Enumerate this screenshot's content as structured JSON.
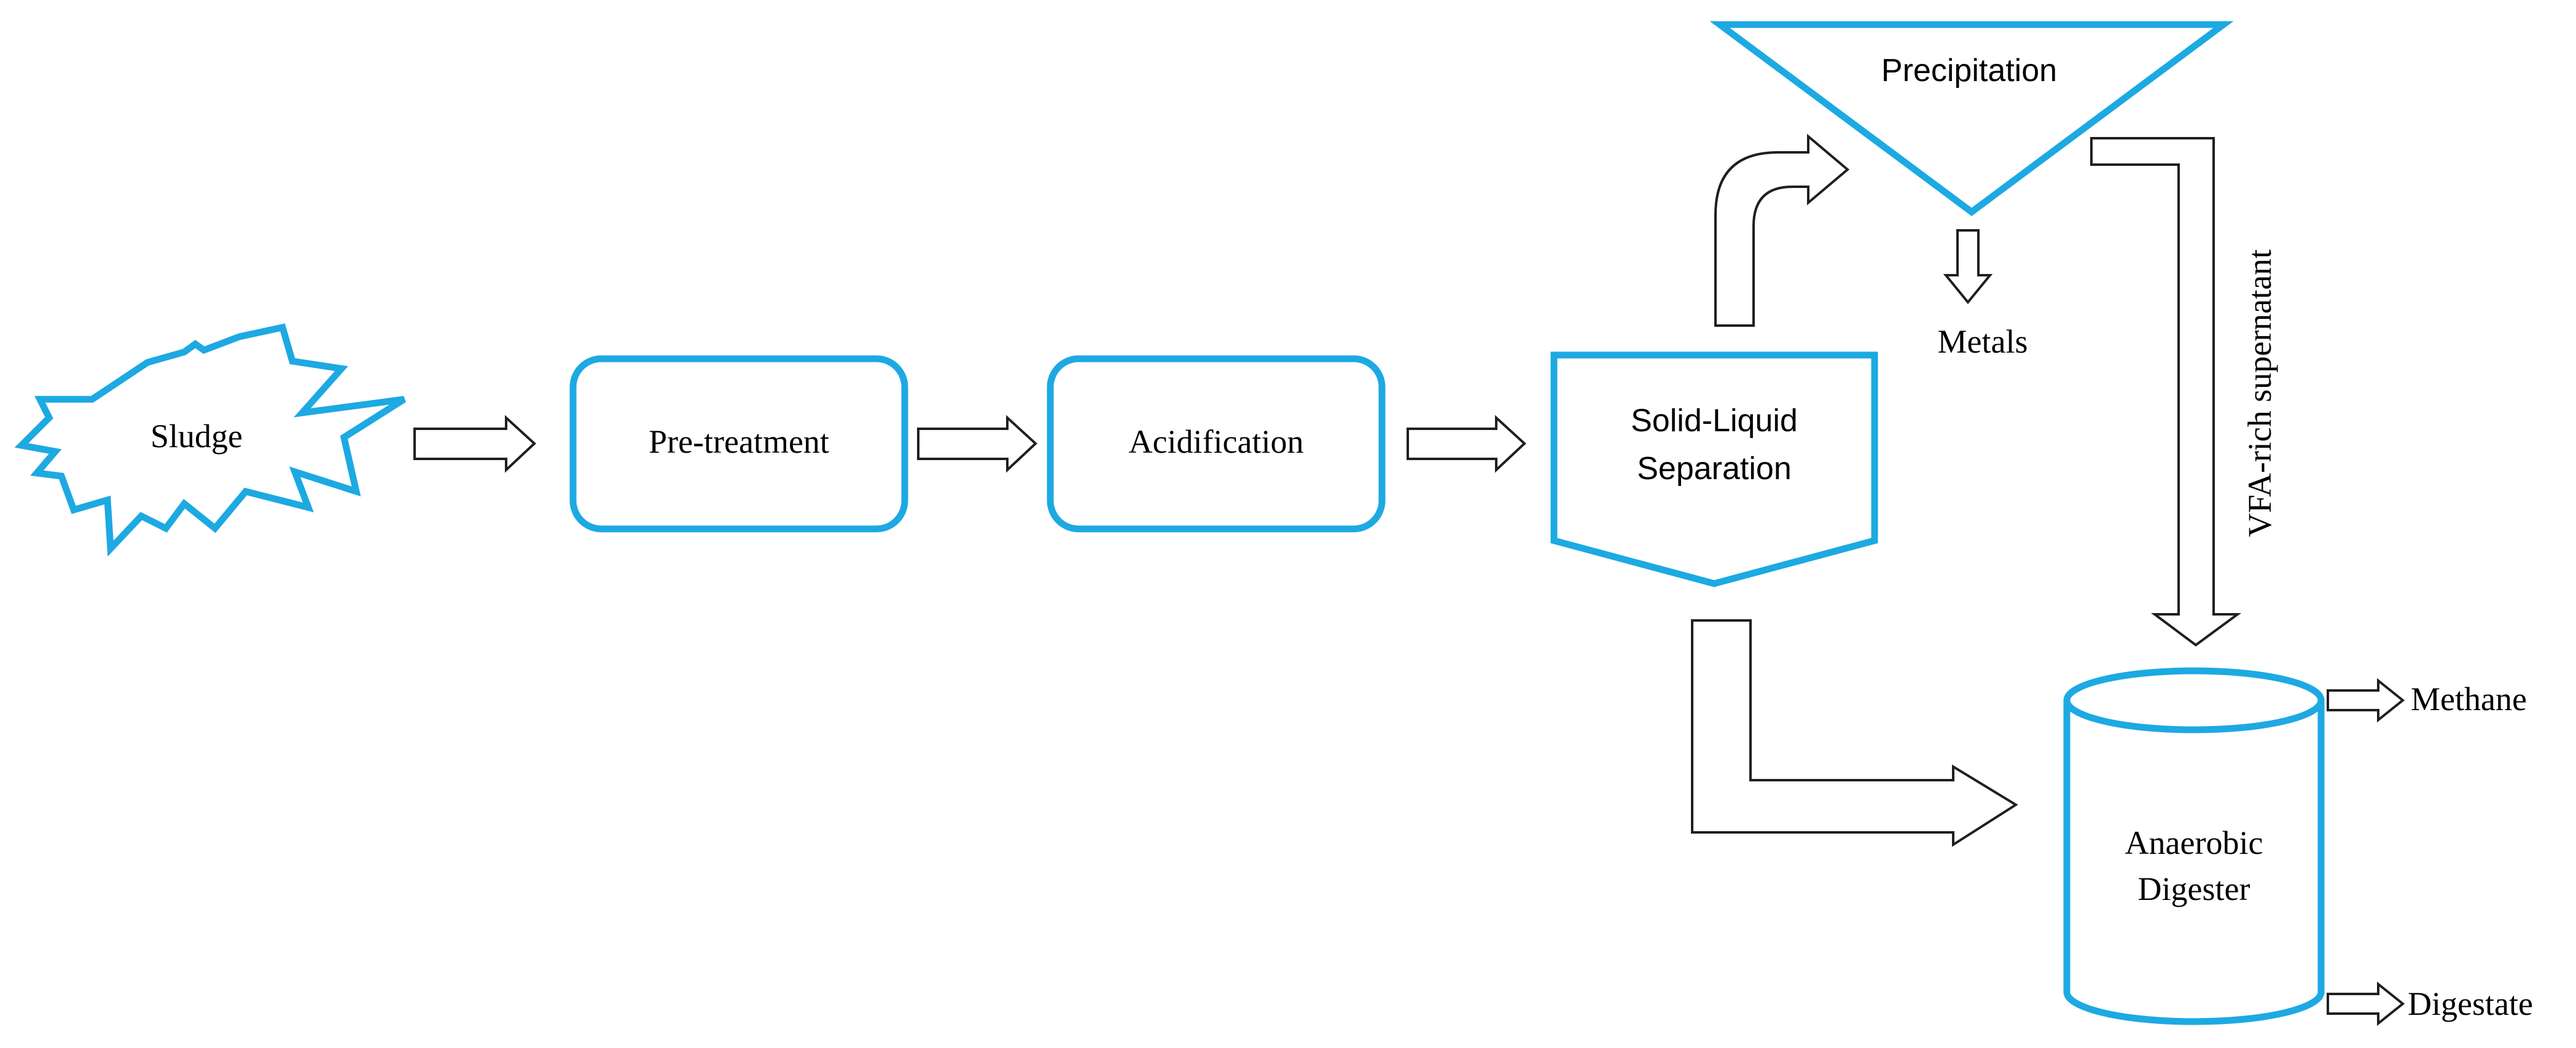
{
  "diagram": {
    "nodes": {
      "sludge": "Sludge",
      "pretreatment": "Pre-treatment",
      "acidification": "Acidification",
      "separation_line1": "Solid-Liquid",
      "separation_line2": "Separation",
      "precipitation": "Precipitation",
      "digester_line1": "Anaerobic",
      "digester_line2": "Digester"
    },
    "outputs": {
      "metals": "Metals",
      "vfa_supernatant": "VFA-rich supernatant",
      "methane": "Methane",
      "digestate": "Digestate"
    },
    "colors": {
      "node_outline": "#1DA9E2",
      "arrow_outline": "#1f1f1f"
    }
  }
}
